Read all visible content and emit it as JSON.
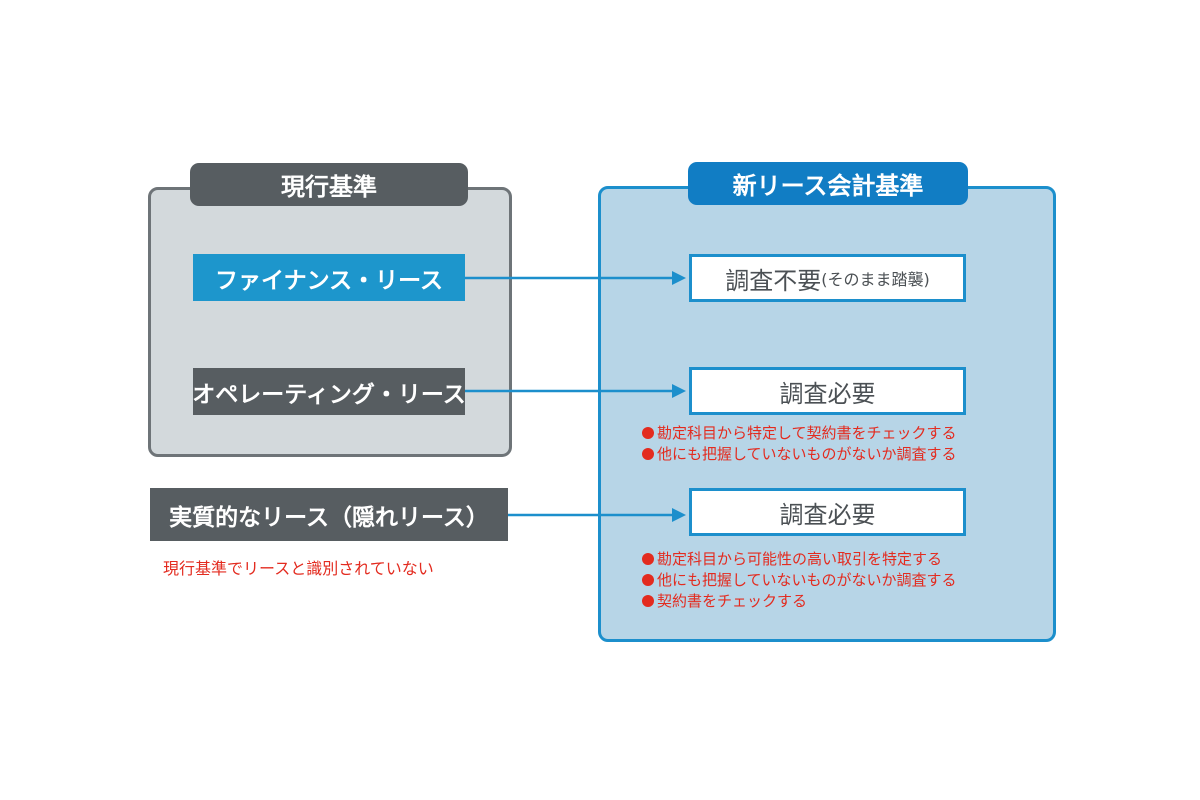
{
  "current_standard": {
    "title": "現行基準",
    "items": [
      {
        "label": "ファイナンス・リース"
      },
      {
        "label": "オペレーティング・リース"
      }
    ]
  },
  "hidden_lease": {
    "label": "実質的なリース（隠れリース）",
    "caption": "現行基準でリースと識別されていない"
  },
  "new_standard": {
    "title": "新リース会計基準",
    "results": [
      {
        "label": "調査不要",
        "sub": "(そのまま踏襲)",
        "notes": []
      },
      {
        "label": "調査必要",
        "sub": "",
        "notes": [
          "勘定科目から特定して契約書をチェックする",
          "他にも把握していないものがないか調査する"
        ]
      },
      {
        "label": "調査必要",
        "sub": "",
        "notes": [
          "勘定科目から可能性の高い取引を特定する",
          "他にも把握していないものがないか調査する",
          "契約書をチェックする"
        ]
      }
    ]
  },
  "colors": {
    "accent_blue": "#1c8fcc",
    "header_blue": "#117dc4",
    "dark_gray": "#575d61",
    "note_red": "#e32b1f"
  }
}
